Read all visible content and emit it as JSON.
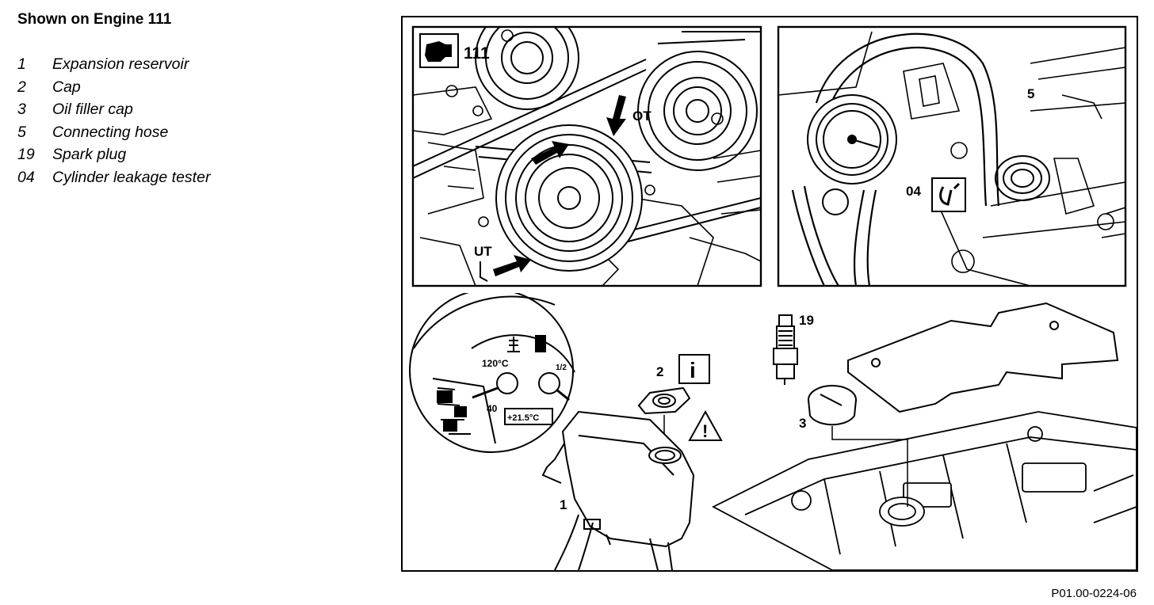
{
  "heading": "Shown on Engine 111",
  "legend": [
    {
      "num": "1",
      "label": "Expansion reservoir"
    },
    {
      "num": "2",
      "label": "Cap"
    },
    {
      "num": "3",
      "label": "Oil filler cap"
    },
    {
      "num": "5",
      "label": "Connecting hose"
    },
    {
      "num": "19",
      "label": "Spark plug"
    },
    {
      "num": "04",
      "label": "Cylinder leakage tester"
    }
  ],
  "callouts": {
    "engine": "111",
    "ot": "OT",
    "ut": "UT",
    "hose": "5",
    "tester": "04",
    "plug": "19",
    "cap": "2",
    "reservoir": "1",
    "oilcap": "3",
    "gauge_max": "120°C",
    "gauge_mid": "40",
    "gauge_reading": "+21.5°C",
    "fuel_mark": "1/2",
    "info_icon": "i"
  },
  "figure_code": "P01.00-0224-06"
}
